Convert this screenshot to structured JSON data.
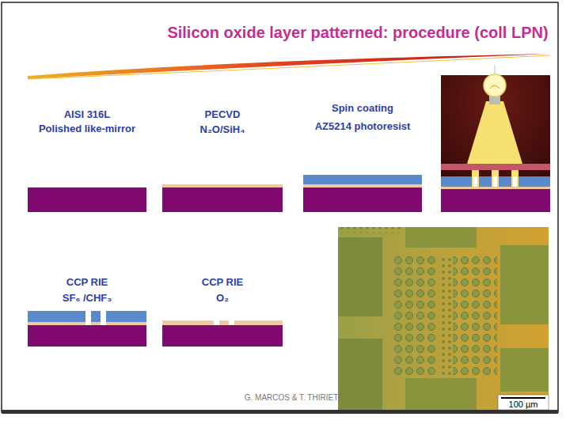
{
  "diagram": {
    "title": "Silicon oxide layer patterned: procedure (coll LPN)",
    "labels": [
      "AISI 316L",
      "Polished like-mirror",
      "PECVD",
      "N₂O/SiH₄",
      "Spin coating",
      "AZ5214 photoresist",
      "CCP RIE",
      "SF₆ /CHF₃",
      "CCP RIE",
      "O₂",
      "100 µm",
      "G. MARCOS & T. THIRIET"
    ]
  }
}
